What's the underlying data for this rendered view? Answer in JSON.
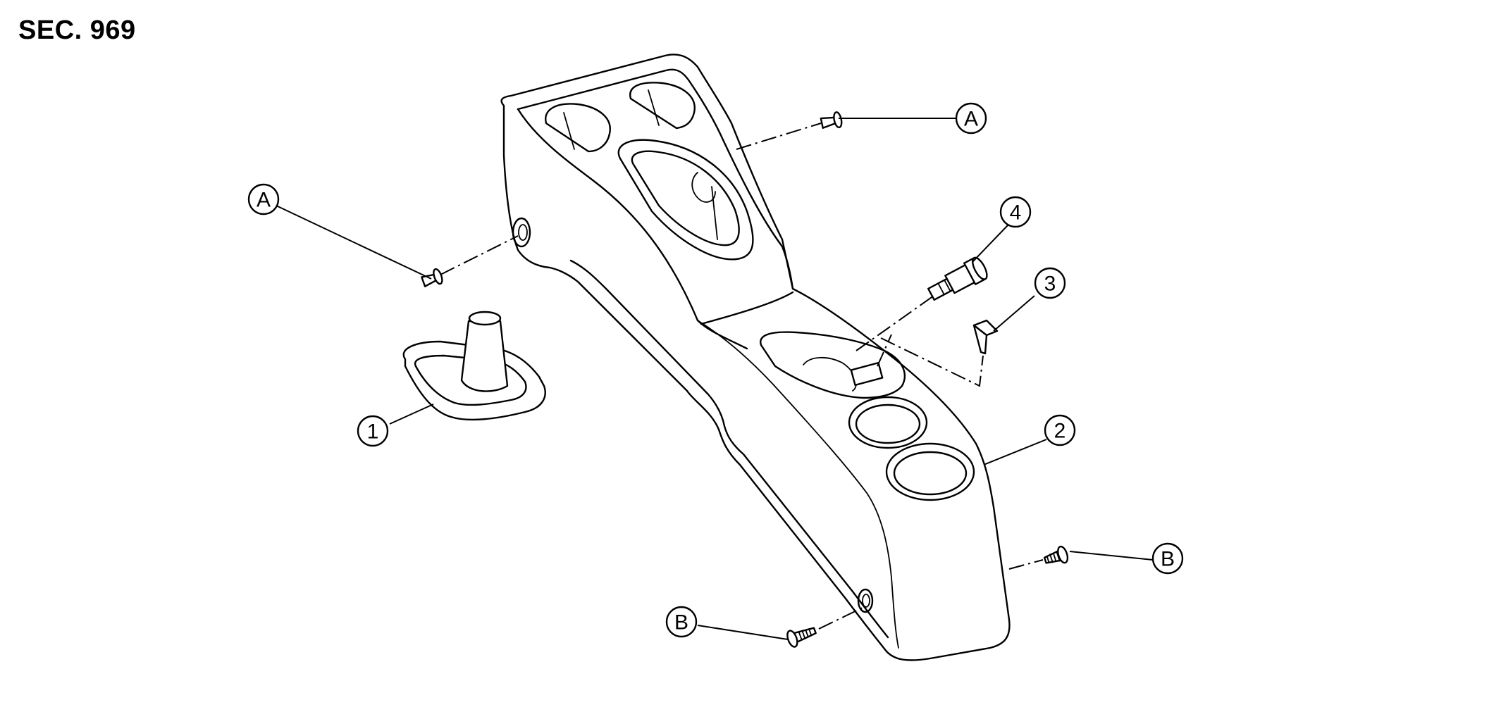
{
  "header": {
    "section": "SEC. 969"
  },
  "callouts": {
    "shift_boot": "1",
    "console_box": "2",
    "cover": "3",
    "socket": "4",
    "clip_front": "A",
    "clip_side": "A",
    "screw_right": "B",
    "screw_bottom": "B"
  }
}
